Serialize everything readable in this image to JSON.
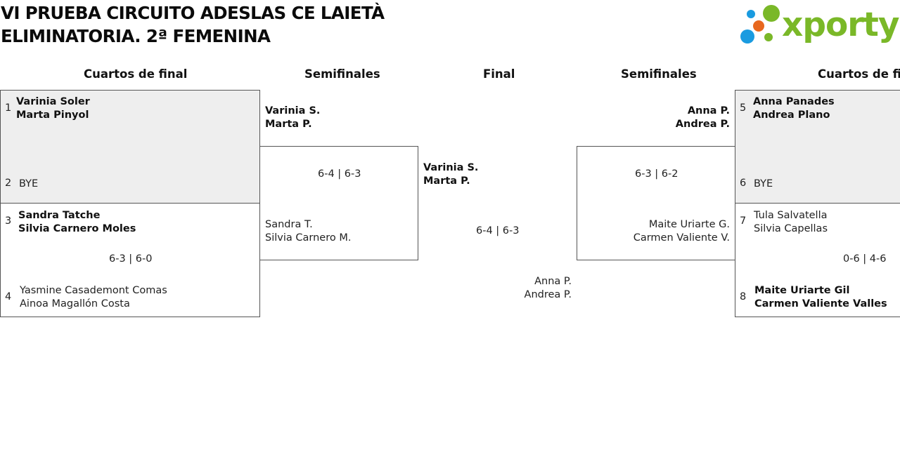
{
  "title": {
    "line1": "VI PRUEBA CIRCUITO ADESLAS CE LAIETÀ",
    "line2": "ELIMINATORIA. 2ª FEMENINA"
  },
  "logo": {
    "text": "xporty",
    "dot_colors": [
      "#1a9be0",
      "#7ab828",
      "#e8681e"
    ],
    "brand_color": "#7ab828"
  },
  "rounds": {
    "left_quarters": "Cuartos de final",
    "left_semis": "Semifinales",
    "final": "Final",
    "right_semis": "Semifinales",
    "right_quarters": "Cuartos de final"
  },
  "left_qf": {
    "m1": {
      "seed_a": "1",
      "a1": "Varinia Soler",
      "a2": "Marta Pinyol",
      "seed_b": "2",
      "b1": "BYE"
    },
    "m2": {
      "seed_a": "3",
      "a1": "Sandra Tatche",
      "a2": "Silvia Carnero Moles",
      "score": "6-3 | 6-0",
      "seed_b": "4",
      "b1": "Yasmine Casademont Comas",
      "b2": "Ainoa Magallón Costa"
    }
  },
  "left_sf": {
    "a1": "Varinia S.",
    "a2": "Marta P.",
    "score": "6-4 | 6-3",
    "b1": "Sandra T.",
    "b2": "Silvia Carnero M."
  },
  "final": {
    "a1": "Varinia S.",
    "a2": "Marta P.",
    "score": "6-4 | 6-3",
    "b1": "Anna P.",
    "b2": "Andrea P."
  },
  "right_sf": {
    "a1": "Anna P.",
    "a2": "Andrea P.",
    "score": "6-3 | 6-2",
    "b1": "Maite Uriarte G.",
    "b2": "Carmen Valiente V."
  },
  "right_qf": {
    "m1": {
      "seed_a": "5",
      "a1": "Anna Panades",
      "a2": "Andrea Plano",
      "seed_b": "6",
      "b1": "BYE"
    },
    "m2": {
      "seed_a": "7",
      "a1": "Tula Salvatella",
      "a2": "Silvia Capellas",
      "score": "0-6 | 4-6",
      "seed_b": "8",
      "b1": "Maite Uriarte Gil",
      "b2": "Carmen Valiente Valles"
    }
  }
}
